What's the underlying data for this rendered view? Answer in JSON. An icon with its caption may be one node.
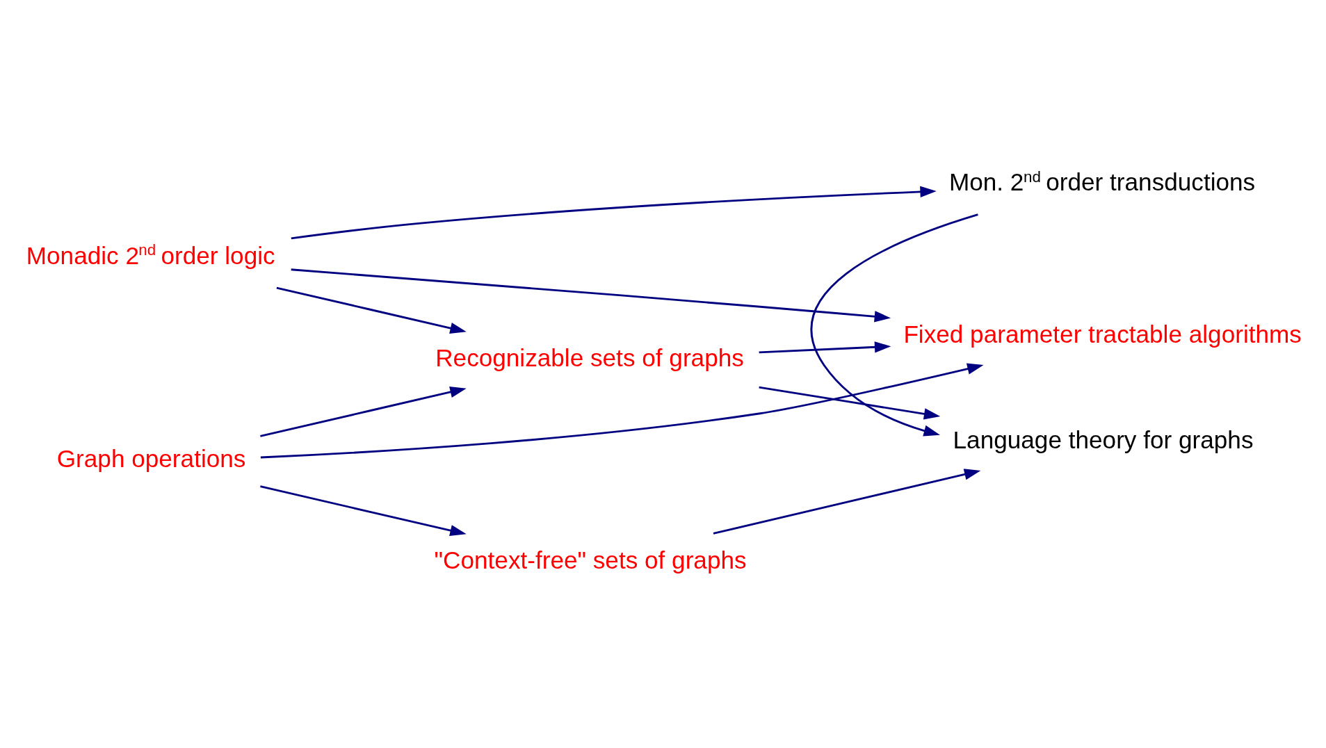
{
  "diagram": {
    "nodes": [
      {
        "text": [
          "Graph operations"
        ]
      },
      {
        "text": [
          "\"Context-free\" sets of graphs"
        ]
      },
      {
        "text": [
          "Language theory for graphs"
        ]
      },
      {
        "text": [
          "Recognizable sets of graphs"
        ]
      },
      {
        "text": [
          "Monadic 2$^{nd}$ order logic"
        ]
      },
      {
        "text": [
          "Mon. 2$^{nd}$ order transductions"
        ]
      },
      {
        "text": [
          "Fixed parameter tractable algorithms"
        ]
      }
    ],
    "edges": [
      {
        "from": 0,
        "to": 1,
        "arrow": "to"
      },
      {
        "from": 1,
        "to": 2,
        "arrow": "to"
      },
      {
        "from": 0,
        "to": 3,
        "arrow": "to"
      },
      {
        "from": 0,
        "to": 6,
        "arrow": "to"
      },
      {
        "from": 3,
        "to": 2,
        "arrow": "to"
      },
      {
        "from": 3,
        "to": 6,
        "arrow": "to"
      },
      {
        "from": 4,
        "to": 3,
        "arrow": "to"
      },
      {
        "from": 4,
        "to": 5,
        "arrow": "to"
      },
      {
        "from": 4,
        "to": 6,
        "arrow": "to"
      },
      {
        "from": 5,
        "to": 2,
        "arrow": "to"
      }
    ]
  }
}
